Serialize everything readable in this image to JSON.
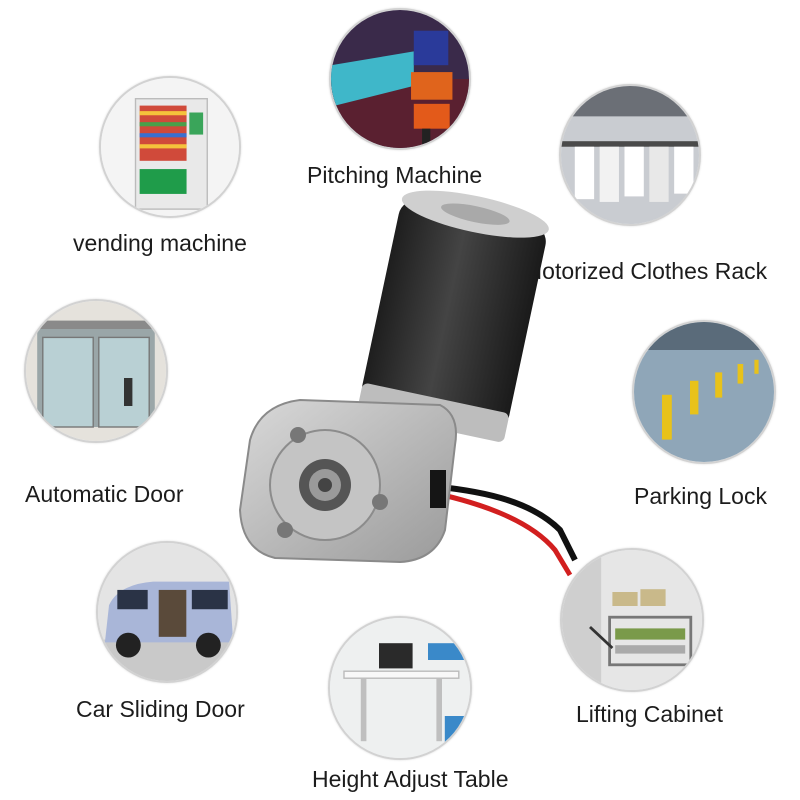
{
  "applications": [
    {
      "id": "pitching-machine",
      "label": "Pitching Machine"
    },
    {
      "id": "vending-machine",
      "label": "vending machine"
    },
    {
      "id": "motorized-clothes-rack",
      "label": "Motorized Clothes Rack"
    },
    {
      "id": "automatic-door",
      "label": "Automatic Door"
    },
    {
      "id": "parking-lock",
      "label": "Parking Lock"
    },
    {
      "id": "car-sliding-door",
      "label": "Car Sliding Door"
    },
    {
      "id": "lifting-cabinet",
      "label": "Lifting Cabinet"
    },
    {
      "id": "height-adjust-table",
      "label": "Height Adjust Table"
    }
  ],
  "colors": {
    "label_text": "#1c1c1c",
    "circle_border": "#d2d2d2",
    "motor_body": "#2e2e2e",
    "gearbox": "#bfbfbf",
    "wire_red": "#d21f1f",
    "wire_black": "#111111"
  }
}
